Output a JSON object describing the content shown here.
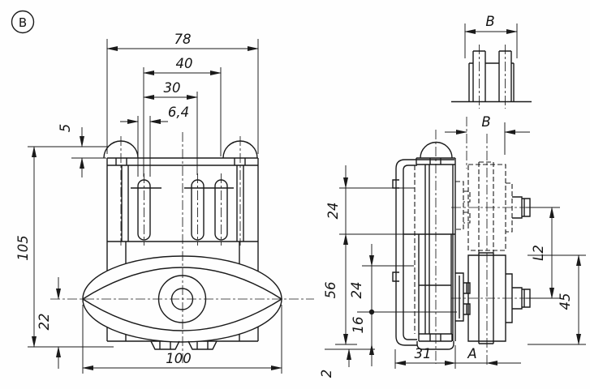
{
  "drawing": {
    "view_label": "B",
    "line_color": "#1a1a1a",
    "background": "#fefefe",
    "front_view": {
      "d78": "78",
      "d40": "40",
      "d30": "30",
      "d6_4": "6,4",
      "d5": "5",
      "d105": "105",
      "d22": "22",
      "d100": "100"
    },
    "side_view": {
      "dB_top": "B",
      "dB_mid": "B",
      "d24_outer": "24",
      "d56": "56",
      "d24_inner": "24",
      "d16": "16",
      "d2": "2",
      "d31": "31",
      "dA": "A",
      "dL2": "L2",
      "d45": "45"
    }
  }
}
